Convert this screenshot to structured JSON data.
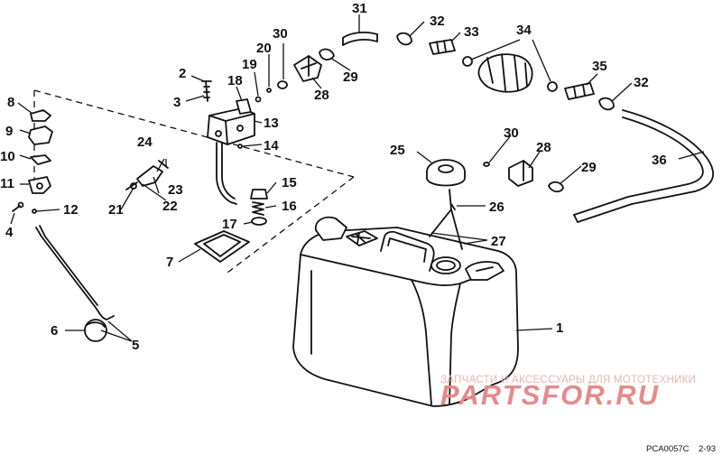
{
  "callouts": [
    "1",
    "2",
    "3",
    "4",
    "5",
    "6",
    "7",
    "8",
    "9",
    "10",
    "11",
    "12",
    "13",
    "14",
    "15",
    "16",
    "17",
    "18",
    "19",
    "20",
    "21",
    "22",
    "23",
    "24",
    "25",
    "26",
    "27",
    "28",
    "29",
    "30",
    "31",
    "32",
    "33",
    "34",
    "35",
    "36"
  ],
  "watermark": {
    "line1": "ЗАПЧАСТИ И АКСЕССУАРЫ ДЛЯ МОТОТЕХНИКИ",
    "line2": "PARTSFOR.RU"
  },
  "drawing_code": "PCA0057C",
  "drawing_date": "2-93",
  "colors": {
    "ink": "#111111",
    "watermark": "#e58a8a",
    "background": "#ffffff"
  }
}
